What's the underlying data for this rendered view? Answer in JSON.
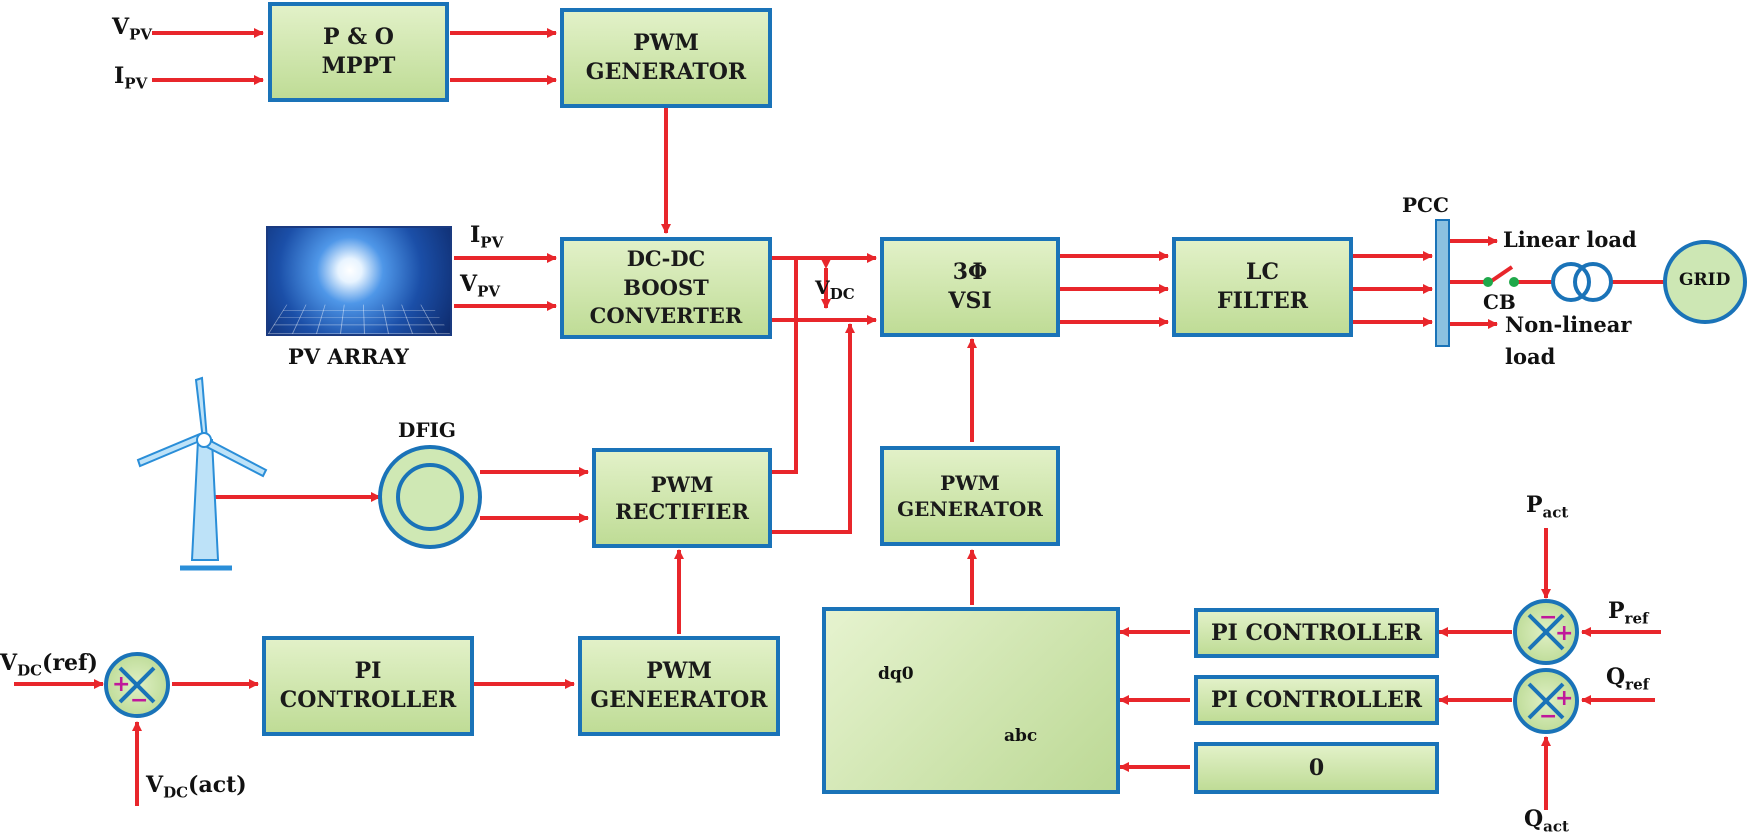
{
  "blocks": {
    "po_mppt": [
      "P & O",
      "MPPT"
    ],
    "pwm_gen_top": [
      "PWM",
      "GENERATOR"
    ],
    "dcdc": [
      "DC-DC",
      "BOOST",
      "CONVERTER"
    ],
    "vsi": [
      "3Φ",
      "VSI"
    ],
    "lc_filter": [
      "LC",
      "FILTER"
    ],
    "pwm_rectifier": [
      "PWM",
      "RECTIFIER"
    ],
    "pwm_gen_mid": [
      "PWM",
      "GENERATOR"
    ],
    "pi_controller_dc": [
      "PI",
      "CONTROLLER"
    ],
    "pwm_geneerator": [
      "PWM",
      "GENEERATOR"
    ],
    "pi_controller_p": "PI CONTROLLER",
    "pi_controller_q": "PI CONTROLLER",
    "zero_block": "0",
    "dq0": "dq0",
    "abc": "abc"
  },
  "labels": {
    "vpv_top": {
      "main": "V",
      "sub": "PV"
    },
    "ipv_top": {
      "main": "I",
      "sub": "PV"
    },
    "ipv_mid": {
      "main": "I",
      "sub": "PV"
    },
    "vpv_mid": {
      "main": "V",
      "sub": "PV"
    },
    "pv_array": "PV ARRAY",
    "vdc": {
      "main": "V",
      "sub": "DC"
    },
    "dfig": "DFIG",
    "pcc": "PCC",
    "linear_load": "Linear load",
    "cb": "CB",
    "nonlinear_load_1": "Non-linear",
    "nonlinear_load_2": "load",
    "grid": "GRID",
    "vdc_ref": {
      "main": "V",
      "sub": "DC",
      "tail": "(ref)"
    },
    "vdc_act": {
      "main": "V",
      "sub": "DC",
      "tail": "(act)"
    },
    "p_act": {
      "main": "P",
      "sub": "act"
    },
    "p_ref": {
      "main": "P",
      "sub": "ref"
    },
    "q_ref": {
      "main": "Q",
      "sub": "ref"
    },
    "q_act": {
      "main": "Q",
      "sub": "act"
    }
  },
  "signs": {
    "plus": "+",
    "minus": "−"
  },
  "colors": {
    "arrow": "#e8262b",
    "border": "#1a73b8",
    "fill_top": "#e2f1c8",
    "fill_bottom": "#bfdc96"
  }
}
